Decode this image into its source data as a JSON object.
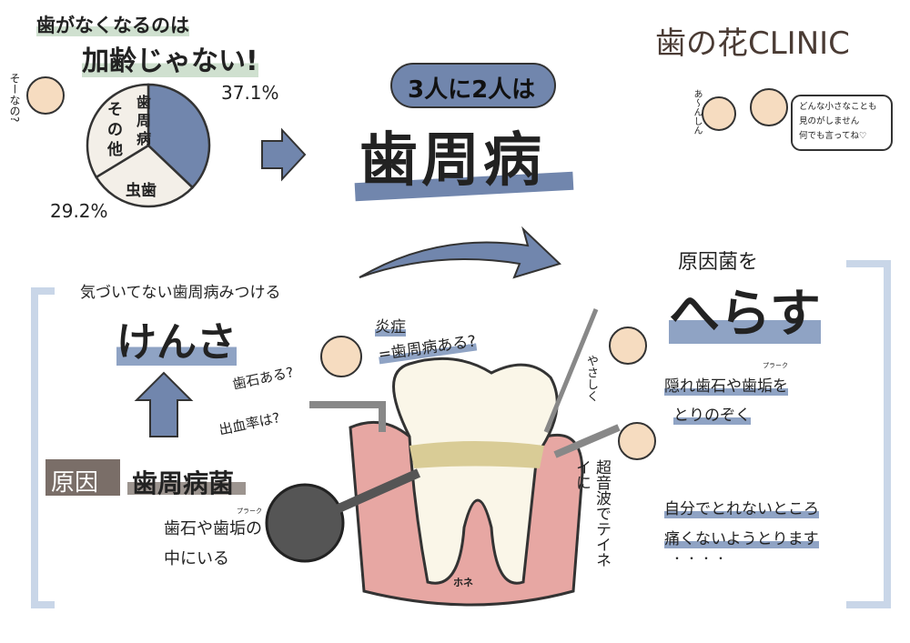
{
  "headline": {
    "line1": "歯がなくなるのは",
    "line2": "加齢じゃない!"
  },
  "patient_remark": "そーなの?",
  "pie": {
    "slices": [
      {
        "label": "歯周病",
        "value": 37.1,
        "value_label": "37.1%",
        "color": "#7186ad"
      },
      {
        "label": "虫歯",
        "value": 29.2,
        "value_label": "29.2%",
        "color": "#f3efe8"
      },
      {
        "label": "その他",
        "color": "#f3efe8"
      }
    ]
  },
  "main": {
    "ratio": "3人に2人は",
    "title": "歯周病"
  },
  "logo": {
    "text": "歯の花CLINIC"
  },
  "reassure": {
    "patient": "あ〜んしん",
    "bubble": [
      "どんな小さなことも",
      "見のがしません",
      "何でも言ってね♡"
    ]
  },
  "exam": {
    "caption": "気づいてない歯周病みつける",
    "title": "けんさ"
  },
  "cause": {
    "badge": "原因",
    "title": "歯周病菌",
    "note_line1": "歯石や歯垢の",
    "note_line2": "中にいる",
    "ruby": "プラーク"
  },
  "checks": {
    "tartar": "歯石ある?",
    "bleeding": "出血率は?",
    "inflammation_line1": "炎症",
    "inflammation_line2": "=歯周病ある?"
  },
  "tooth": {
    "bone": "ホネ",
    "gentle": "やさしく",
    "ultrasonic": "超音波でテイネイに"
  },
  "reduce": {
    "caption": "原因菌を",
    "title": "へらす",
    "line1": "隠れ歯石や歯垢を",
    "line2": "とりのぞく",
    "ruby": "プラーク",
    "line3": "自分でとれないところ",
    "line4": "痛くないようとります",
    "dots": "・・・・"
  },
  "colors": {
    "accent_blue": "#7186ad",
    "bracket": "#c9d6e8",
    "gum": "#e7a7a3",
    "pink": "#e8607a"
  }
}
